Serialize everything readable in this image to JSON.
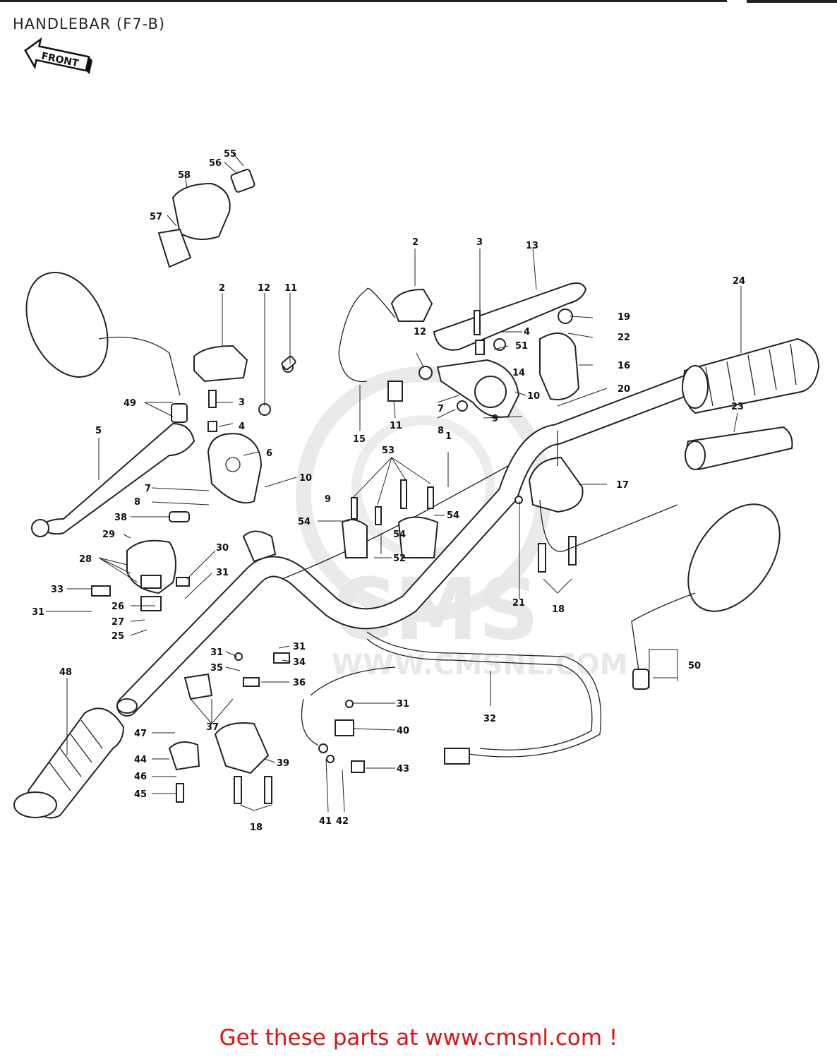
{
  "title": "HANDLEBAR (F7-B)",
  "front_marker": "FRONT",
  "watermark": {
    "logo": "CMS",
    "url": "WWW.CMSNL.COM"
  },
  "footer": "Get these parts at www.cmsnl.com !",
  "callouts": [
    "1",
    "2",
    "2",
    "3",
    "3",
    "4",
    "4",
    "5",
    "6",
    "7",
    "7",
    "8",
    "8",
    "9",
    "9",
    "10",
    "10",
    "11",
    "11",
    "12",
    "12",
    "13",
    "14",
    "15",
    "16",
    "17",
    "18",
    "18",
    "19",
    "20",
    "21",
    "22",
    "23",
    "24",
    "25",
    "26",
    "27",
    "28",
    "29",
    "30",
    "31",
    "31",
    "31",
    "31",
    "31",
    "32",
    "33",
    "34",
    "35",
    "36",
    "37",
    "38",
    "39",
    "40",
    "41",
    "42",
    "43",
    "44",
    "45",
    "46",
    "47",
    "48",
    "49",
    "50",
    "51",
    "52",
    "53",
    "54",
    "54",
    "54",
    "55",
    "56",
    "57",
    "58"
  ]
}
